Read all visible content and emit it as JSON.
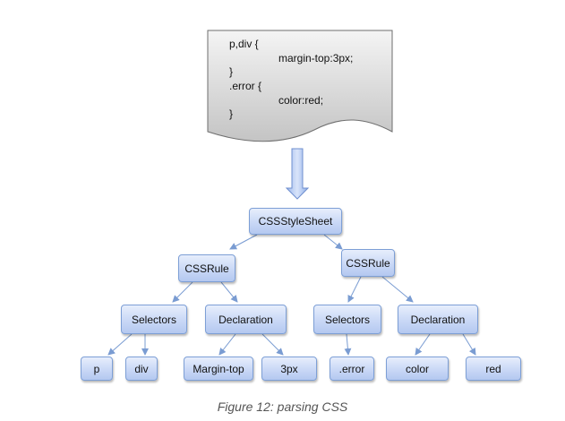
{
  "document": {
    "lines": [
      "p,div {",
      "margin-top:3px;",
      "}",
      ".error {",
      "color:red;",
      "}"
    ]
  },
  "tree": {
    "root": "CSSStyleSheet",
    "rule_1": "CSSRule",
    "rule_2": "CSSRule",
    "selectors_1": "Selectors",
    "declaration_1": "Declaration",
    "selectors_2": "Selectors",
    "declaration_2": "Declaration",
    "p": "p",
    "div": "div",
    "margin_top": "Margin-top",
    "value_3px": "3px",
    "error": ".error",
    "color": "color",
    "red": "red"
  },
  "caption": "Figure 12: parsing CSS"
}
